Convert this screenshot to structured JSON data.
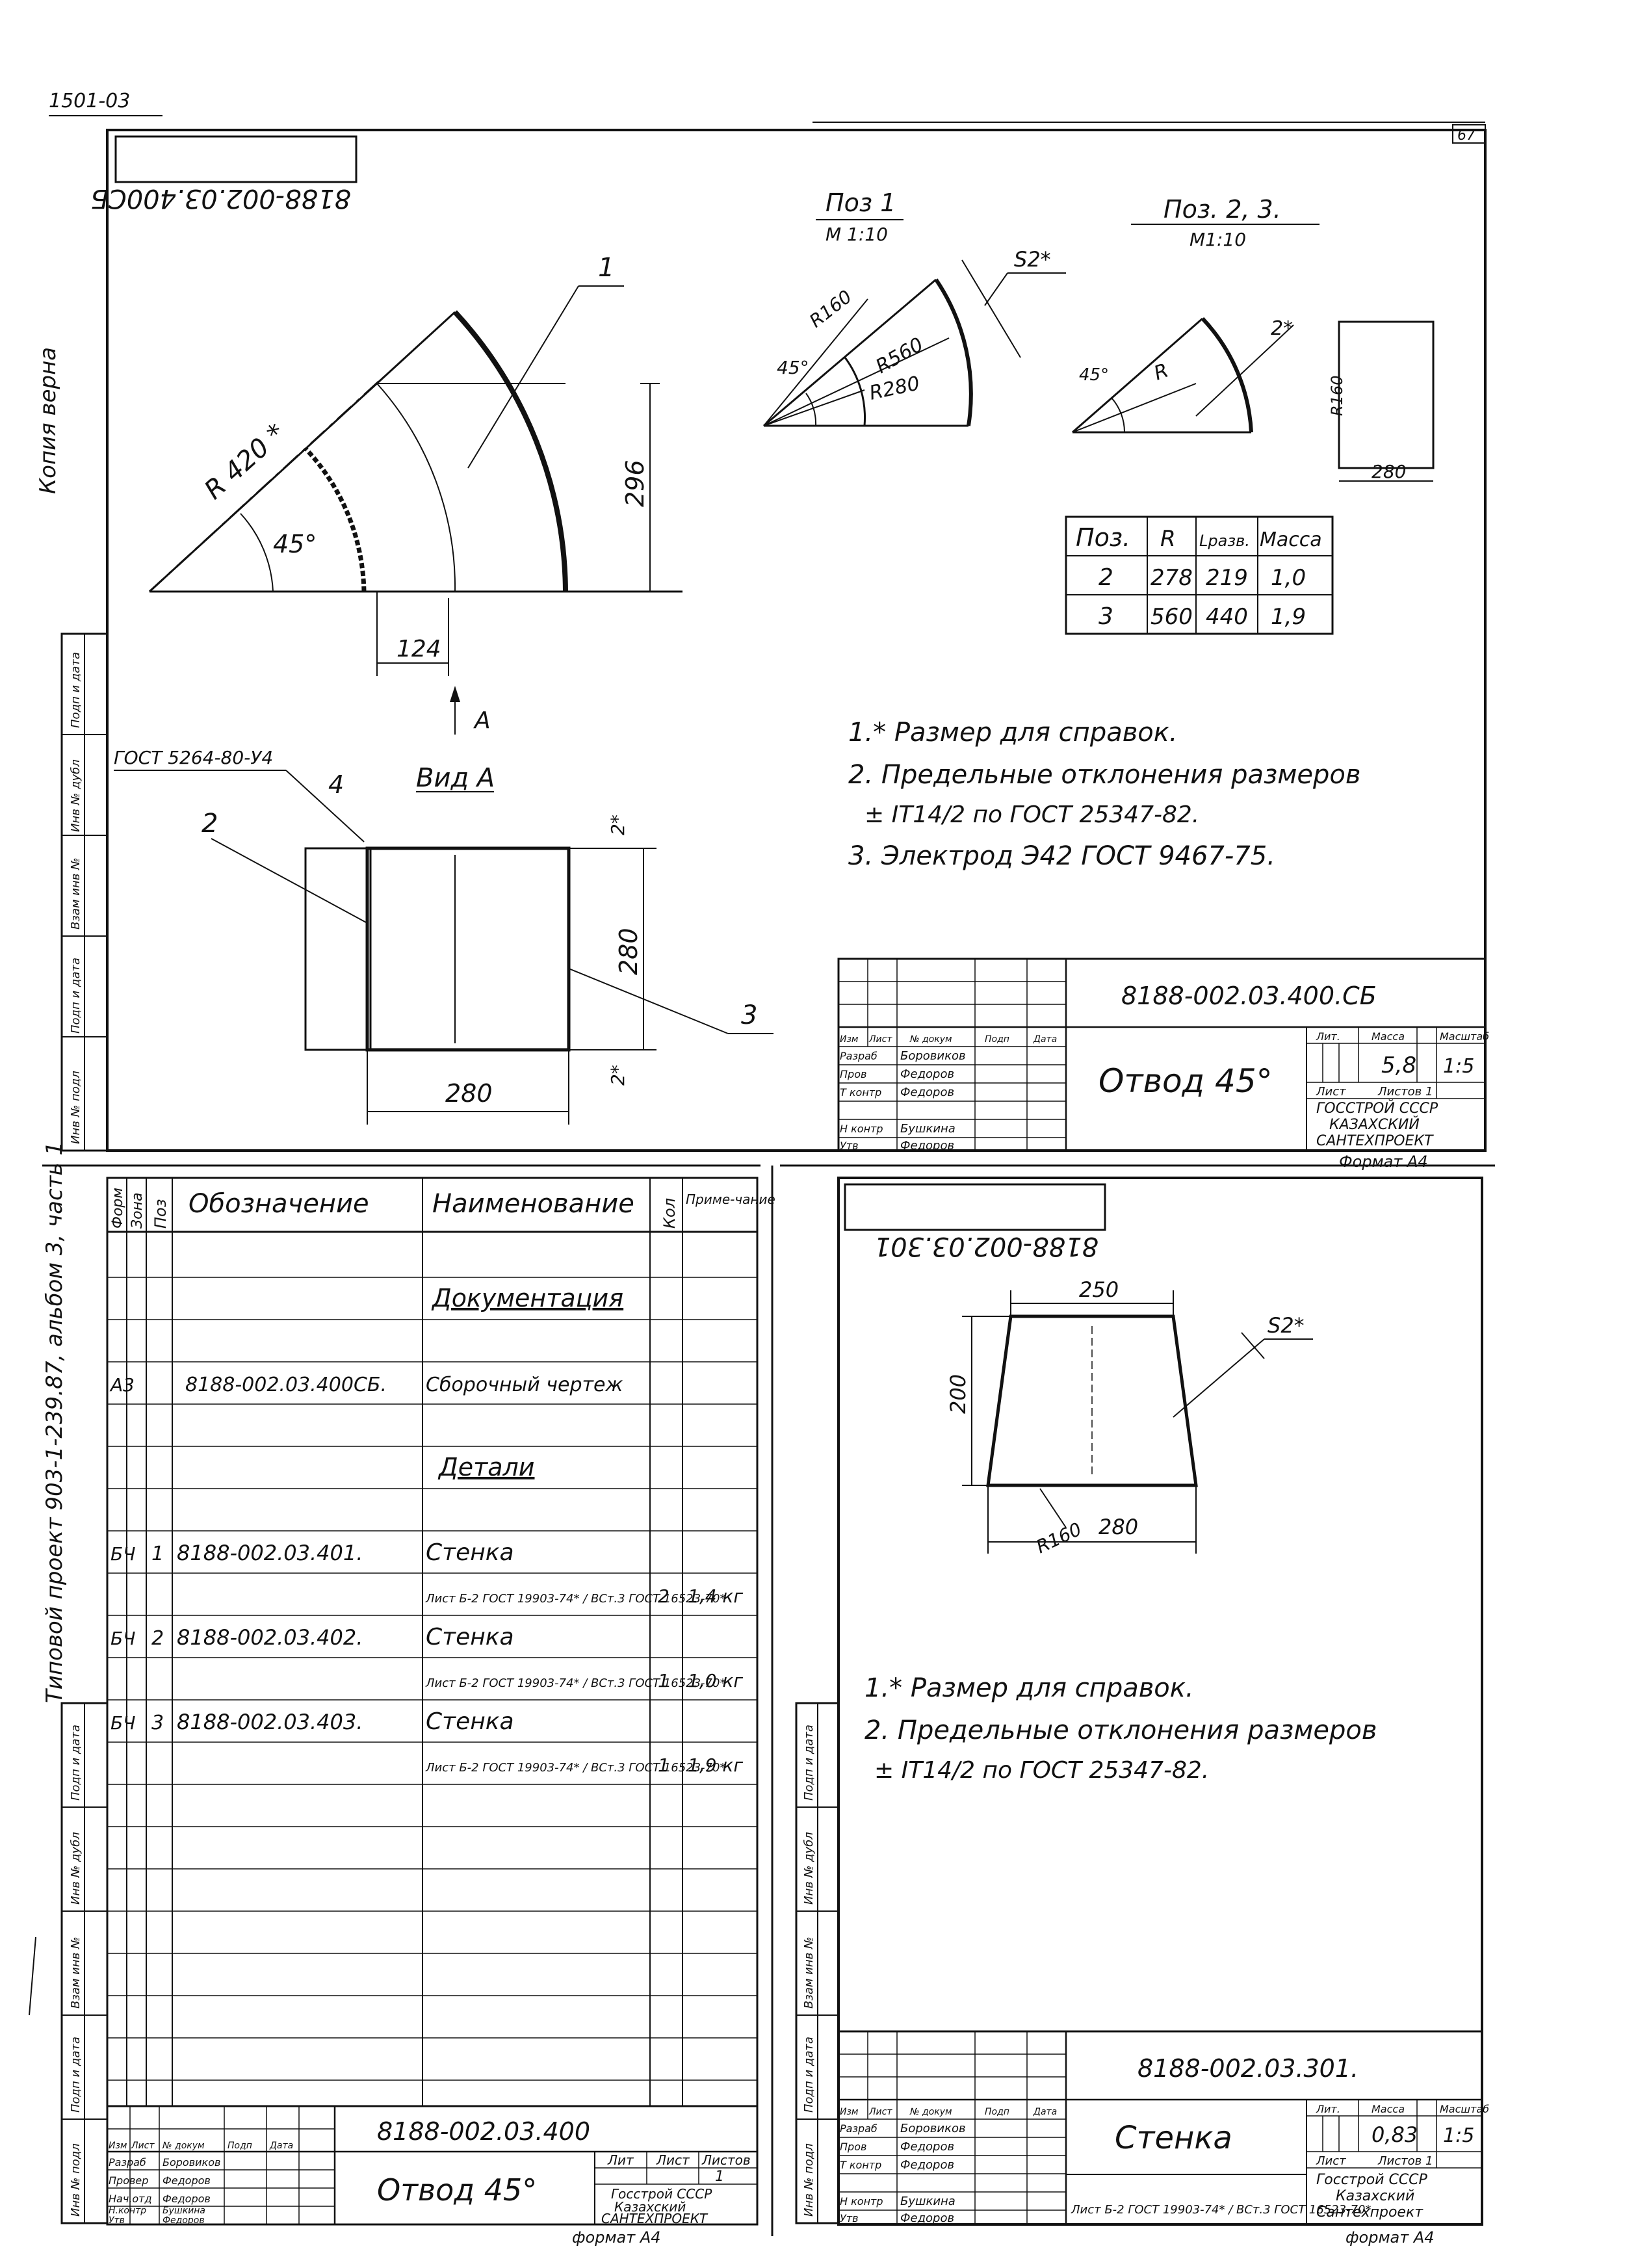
{
  "page_code": "1501-03",
  "sheet_number": "67",
  "margin_left_top": "Копия верна",
  "margin_left_bottom": "Типовой проект 903-1-239.87, альбом 3, часть 1",
  "side_stamp_labels": [
    "Инв № подл",
    "Подп и дата",
    "Взам инв №",
    "Инв № дубл",
    "Подп и дата"
  ],
  "sheet1": {
    "mirror_code": "8188-002.03.400СБ",
    "pos1_title": "Поз 1",
    "pos1_scale": "М 1:10",
    "pos23_title": "Поз. 2, 3.",
    "pos23_scale": "М1:10",
    "pos1_dims": {
      "r160": "R160",
      "r560": "R560",
      "r280": "R280",
      "angle": "45°",
      "s2": "S2*"
    },
    "pos23_dims": {
      "r": "R",
      "r160": "R160",
      "s2": "2*",
      "w280": "280",
      "angle": "45°"
    },
    "main_dims": {
      "r420": "R 420 *",
      "angle": "45°",
      "h296": "296",
      "w124": "124",
      "leader1": "1"
    },
    "arrow_a": "A",
    "view_a": "Вид А",
    "gost_weld": "ГОСТ 5264-80-У4",
    "view_dims": {
      "lead2": "2",
      "lead3": "3",
      "lead4": "4",
      "h280": "280",
      "w280": "280",
      "s2top": "2*",
      "s2bot": "2*"
    },
    "parts_table": {
      "headers": [
        "Поз.",
        "R",
        "Lразв.",
        "Масса"
      ],
      "rows": [
        [
          "2",
          "278",
          "219",
          "1,0"
        ],
        [
          "3",
          "560",
          "440",
          "1,9"
        ]
      ]
    },
    "notes": [
      "1.* Размер для справок.",
      "2. Предельные отклонения размеров",
      "± IT14/2 по ГОСТ 25347-82.",
      "3. Электрод Э42 ГОСТ 9467-75."
    ],
    "title_block": {
      "code": "8188-002.03.400.СБ",
      "name": "Отвод 45°",
      "mass": "5,8",
      "scale": "1:5",
      "sheets": "Листов 1",
      "sheet_label": "Лист",
      "col_lit": "Лит.",
      "col_mass": "Масса",
      "col_scale": "Масштаб",
      "org": [
        "ГОССТРОЙ СССР",
        "КАЗАХСКИЙ",
        "САНТЕХПРОЕКТ"
      ],
      "roles": [
        "Разраб",
        "Пров",
        "Т контр",
        "",
        "Н контр",
        "Утв"
      ],
      "surnames": [
        "Боровиков",
        "Федоров",
        "Федоров",
        "",
        "Бушкина",
        "Федоров"
      ],
      "head": [
        "Изм",
        "Лист",
        "№ докум",
        "Подп",
        "Дата"
      ]
    },
    "format": "Формат А4"
  },
  "spec": {
    "headers": [
      "Форм",
      "Зона",
      "Поз",
      "Обозначение",
      "Наименование",
      "Кол",
      "Приме-чание"
    ],
    "sections": {
      "docs": "Документация",
      "details": "Детали"
    },
    "rows": [
      {
        "form": "А3",
        "pos": "",
        "code": "8188-002.03.400СБ.",
        "name": "Сборочный чертеж",
        "qty": "",
        "note": ""
      },
      {
        "form": "БЧ",
        "pos": "1",
        "code": "8188-002.03.401.",
        "name": "Стенка",
        "material": "Лист Б-2 ГОСТ 19903-74* / ВСт.3 ГОСТ 16523-70*",
        "qty": "2",
        "note": "1,4 кг"
      },
      {
        "form": "БЧ",
        "pos": "2",
        "code": "8188-002.03.402.",
        "name": "Стенка",
        "material": "Лист Б-2 ГОСТ 19903-74* / ВСт.3 ГОСТ 16523-70*",
        "qty": "1",
        "note": "1,0 кг"
      },
      {
        "form": "БЧ",
        "pos": "3",
        "code": "8188-002.03.403.",
        "name": "Стенка",
        "material": "Лист Б-2 ГОСТ 19903-74* / ВСт.3 ГОСТ 16523-70*",
        "qty": "1",
        "note": "1,9 кг"
      }
    ],
    "title_block": {
      "code": "8188-002.03.400",
      "name": "Отвод 45°",
      "lit": "Лит",
      "sheet": "Лист",
      "sheets": "Листов",
      "sheets_val": "1",
      "org": [
        "Госстрой СССР",
        "Казахский",
        "САНТЕХПРОЕКТ"
      ],
      "roles": [
        "Разраб",
        "Провер",
        "Нач.отд",
        "Н.контр",
        "Утв"
      ],
      "surnames": [
        "Боровиков",
        "Федоров",
        "Федоров",
        "Бушкина",
        "Федоров"
      ],
      "head": [
        "Изм",
        "Лист",
        "№ докум",
        "Подп",
        "Дата"
      ]
    },
    "format": "формат А4"
  },
  "sheet3": {
    "mirror_code": "8188-002.03.301",
    "dims": {
      "top": "250",
      "h": "200",
      "bottom": "280",
      "r": "R160",
      "s2": "S2*"
    },
    "notes": [
      "1.* Размер для справок.",
      "2. Предельные отклонения размеров",
      "± IT14/2 по ГОСТ 25347-82."
    ],
    "title_block": {
      "code": "8188-002.03.301.",
      "name": "Стенка",
      "mass": "0,83",
      "scale": "1:5",
      "material": "Лист Б-2 ГОСТ 19903-74* / ВСт.3 ГОСТ 16523-70*",
      "sheets": "Листов 1",
      "sheet_label": "Лист",
      "col_lit": "Лит.",
      "col_mass": "Масса",
      "col_scale": "Масштаб",
      "org": [
        "Госстрой СССР",
        "Казахский",
        "Сантехпроект"
      ],
      "roles": [
        "Разраб",
        "Пров",
        "Т контр",
        "",
        "Н контр",
        "Утв"
      ],
      "surnames": [
        "Боровиков",
        "Федоров",
        "Федоров",
        "",
        "Бушкина",
        "Федоров"
      ],
      "head": [
        "Изм",
        "Лист",
        "№ докум",
        "Подп",
        "Дата"
      ]
    },
    "format": "формат А4"
  }
}
